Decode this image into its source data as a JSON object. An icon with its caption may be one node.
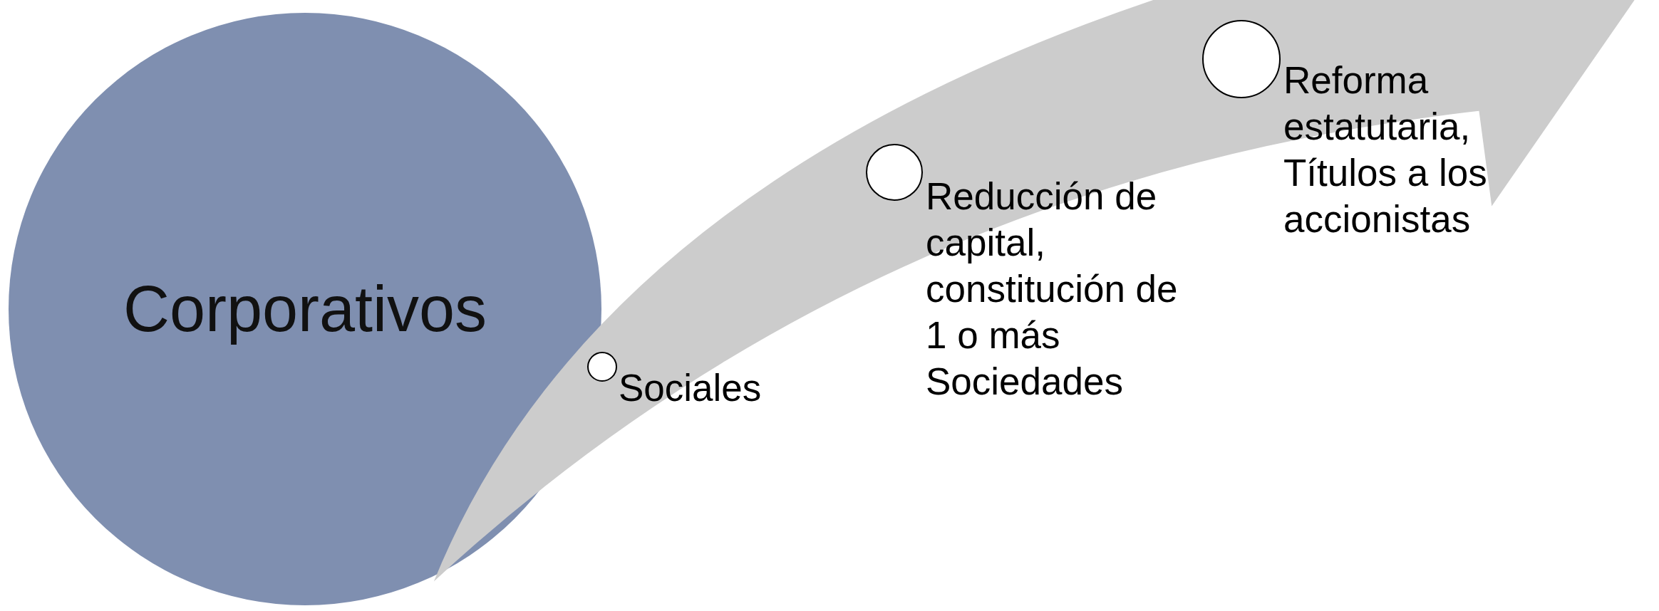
{
  "diagram": {
    "nodes": [
      {
        "text": [
          "Corporativos"
        ]
      },
      {
        "text": [],
        "shape": "circle",
        "beside": [
          "Sociales"
        ]
      },
      {
        "text": [],
        "shape": "circle",
        "beside": [
          "Reducción de capital, constitución de 1 o más Sociedades"
        ]
      },
      {
        "text": [],
        "shape": "circle",
        "beside": [
          "Reforma estatutaria, Títulos a los accionistas"
        ]
      }
    ]
  }
}
